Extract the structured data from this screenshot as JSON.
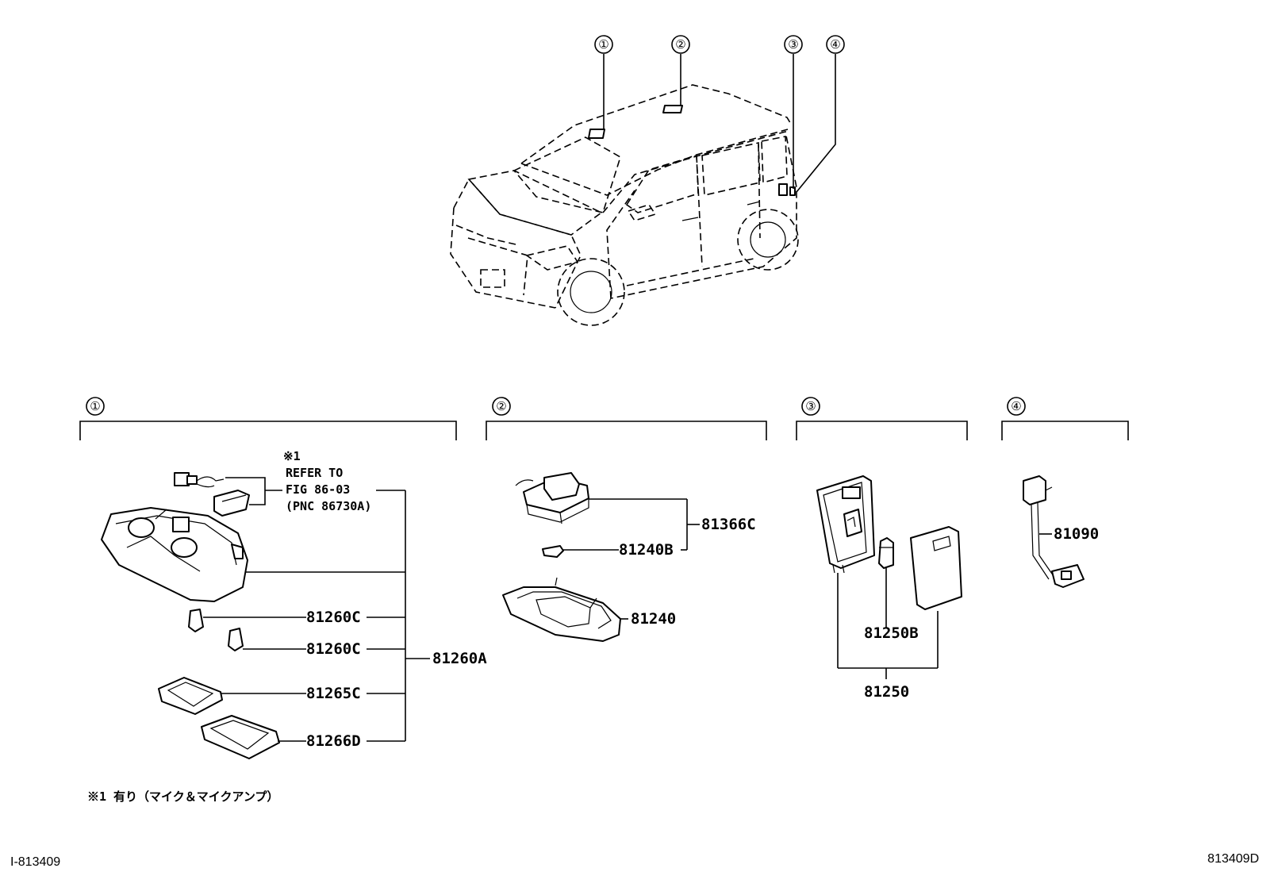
{
  "callouts": {
    "vehicle": [
      "①",
      "②",
      "③",
      "④"
    ],
    "sections": [
      "①",
      "②",
      "③",
      "④"
    ]
  },
  "note": {
    "mark": "※1",
    "line1": "REFER TO",
    "line2": "FIG 86-03",
    "line3": "(PNC 86730A)"
  },
  "parts": {
    "p81260C_a": "81260C",
    "p81260C_b": "81260C",
    "p81260A": "81260A",
    "p81265C": "81265C",
    "p81266D": "81266D",
    "p81366C": "81366C",
    "p81240B": "81240B",
    "p81240": "81240",
    "p81250B": "81250B",
    "p81250": "81250",
    "p81090": "81090"
  },
  "footnote": "※1 有り（マイク＆マイクアンプ）",
  "footer": {
    "left_id": "I-813409",
    "right_id": "813409D"
  }
}
